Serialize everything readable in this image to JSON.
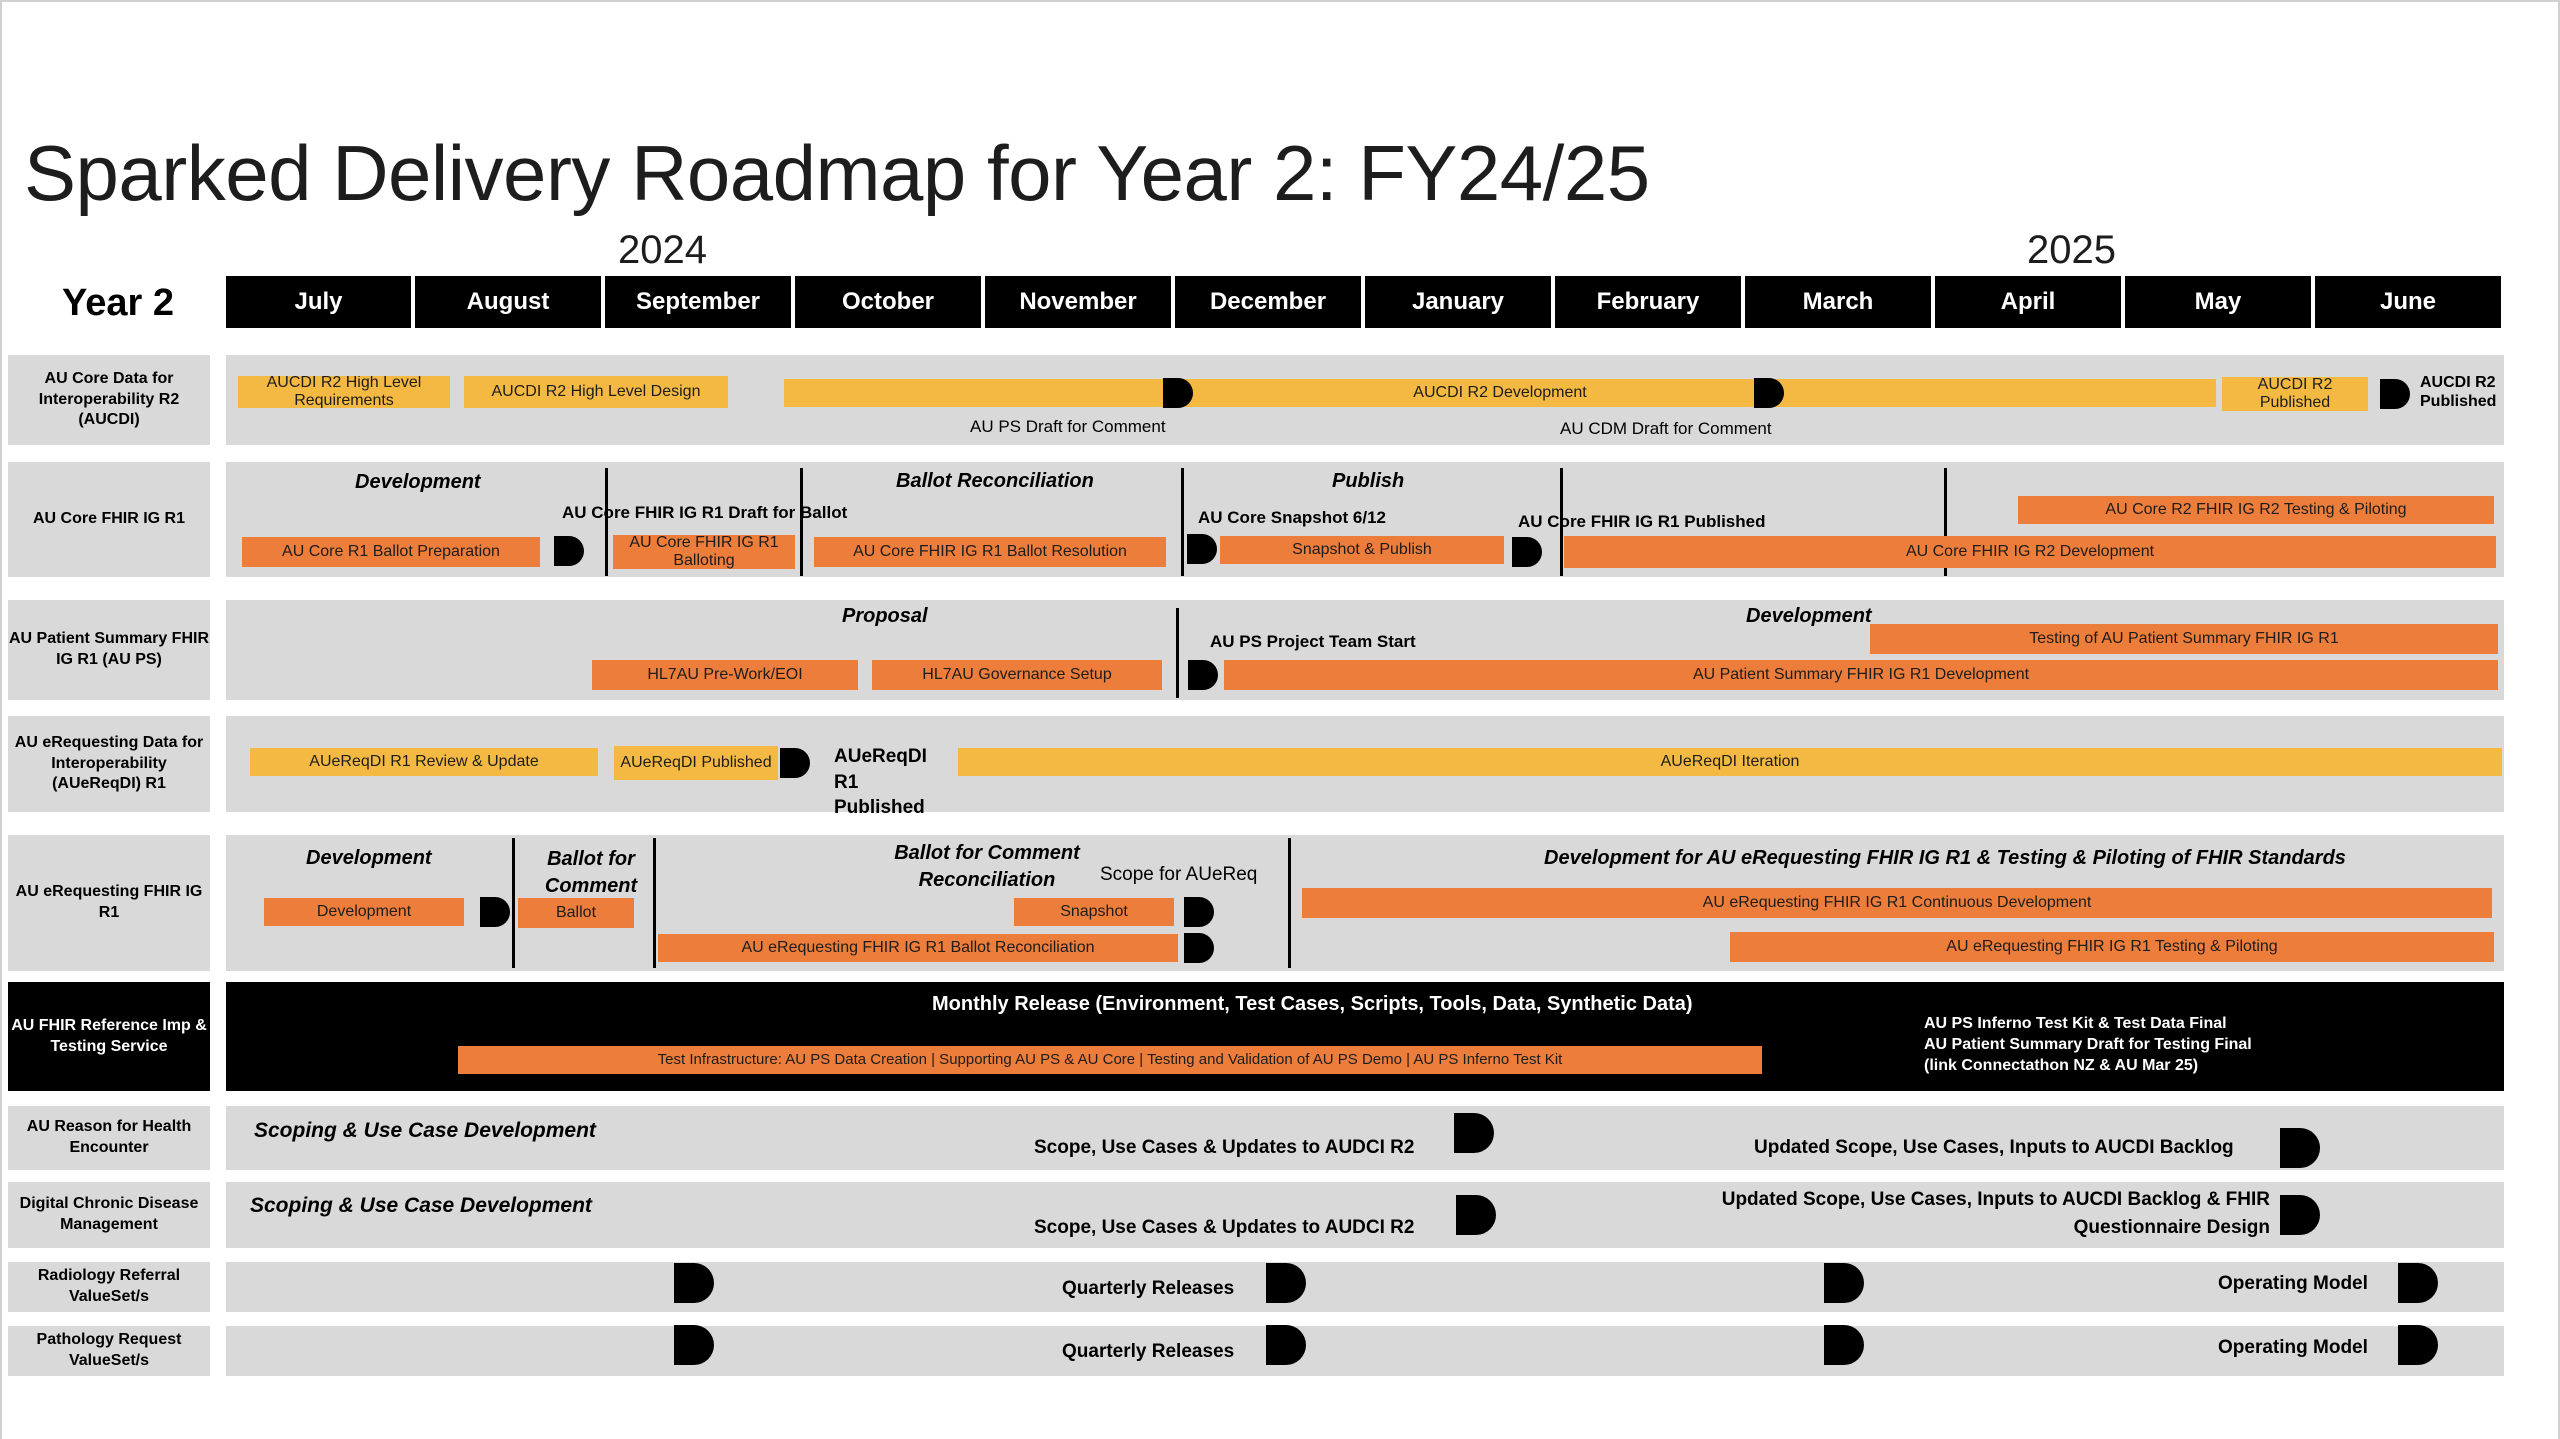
{
  "title": "Sparked Delivery Roadmap for Year 2: FY24/25",
  "years": {
    "y2024": "2024",
    "y2025": "2025"
  },
  "year_header": "Year 2",
  "months": [
    "July",
    "August",
    "September",
    "October",
    "November",
    "December",
    "January",
    "February",
    "March",
    "April",
    "May",
    "June"
  ],
  "colors": {
    "yellow": "#f4b942",
    "orange": "#ed7d3a",
    "grey": "#d9d9d9",
    "black": "#000000"
  },
  "rows": {
    "aucdi": {
      "label": "AU Core Data for Interoperability R2 (AUCDI)",
      "bar1": "AUCDI R2 High Level Requirements",
      "bar2": "AUCDI R2 High Level Design",
      "bar3": "AUCDI R2 Development",
      "bar4": "AUCDI R2 Published",
      "ms_label": "AUCDI R2 Published",
      "note1": "AU PS Draft for Comment",
      "note2": "AU CDM Draft for Comment"
    },
    "fhirig": {
      "label": "AU Core FHIR IG R1",
      "phase1": "Development",
      "phase2": "Ballot Reconciliation",
      "phase3": "Publish",
      "bar1": "AU Core R1 Ballot Preparation",
      "note1": "AU Core FHIR IG R1 Draft for Ballot",
      "bar2": "AU Core FHIR IG R1 Balloting",
      "bar3": "AU Core FHIR IG R1 Ballot Resolution",
      "note2": "AU Core Snapshot 6/12",
      "bar4": "Snapshot & Publish",
      "note3": "AU Core FHIR IG R1 Published",
      "bar5": "AU Core R2 FHIR IG R2 Testing & Piloting",
      "bar6": "AU Core FHIR IG R2 Development"
    },
    "aups": {
      "label": "AU Patient Summary FHIR IG R1 (AU PS)",
      "phase1": "Proposal",
      "phase2": "Development",
      "bar1": "HL7AU Pre-Work/EOI",
      "bar2": "HL7AU Governance Setup",
      "note1": "AU PS Project Team Start",
      "bar3": "Testing of AU Patient Summary FHIR IG R1",
      "bar4": "AU Patient Summary FHIR IG R1 Development"
    },
    "aueredi": {
      "label": "AU eRequesting Data for Interoperability (AUeReqDI) R1",
      "bar1": "AUeReqDI R1 Review & Update",
      "bar2": "AUeReqDI Published",
      "ms_label": "AUeReqDI R1 Published",
      "bar3": "AUeReqDI Iteration"
    },
    "auerfhir": {
      "label": "AU eRequesting FHIR IG R1",
      "phase1": "Development",
      "phase2": "Ballot for Comment",
      "phase3": "Ballot for Comment Reconciliation",
      "note1": "Scope for AUeReq",
      "phase4": "Development for AU eRequesting FHIR IG R1 & Testing & Piloting of FHIR Standards",
      "bar1": "Development",
      "bar2": "Ballot",
      "bar3": "Snapshot",
      "bar4": "AU eRequesting FHIR IG R1 Ballot Reconciliation",
      "bar5": "AU eRequesting FHIR IG R1 Continuous Development",
      "bar6": "AU eRequesting FHIR IG R1 Testing & Piloting"
    },
    "reftest": {
      "label": "AU FHIR Reference Imp & Testing Service",
      "heading": "Monthly Release (Environment, Test Cases, Scripts, Tools, Data, Synthetic Data)",
      "bar1": "Test Infrastructure: AU PS Data Creation | Supporting AU PS & AU Core | Testing and Validation of AU PS Demo | AU PS Inferno Test Kit",
      "note1": "AU PS Inferno Test Kit & Test Data Final",
      "note2": "AU Patient Summary Draft for Testing Final",
      "note3": "(link Connectathon NZ & AU Mar 25)"
    },
    "reason": {
      "label": "AU Reason for Health Encounter",
      "phase1": "Scoping & Use Case Development",
      "note1": "Scope, Use Cases & Updates to AUDCI R2",
      "note2": "Updated Scope, Use Cases, Inputs to AUCDI Backlog"
    },
    "chronic": {
      "label": "Digital Chronic Disease Management",
      "phase1": "Scoping & Use Case Development",
      "note1": "Scope, Use Cases & Updates to AUDCI R2",
      "note2": "Updated Scope, Use Cases, Inputs to AUCDI Backlog & FHIR",
      "note3": "Questionnaire Design"
    },
    "radiology": {
      "label": "Radiology Referral ValueSet/s",
      "note1": "Quarterly Releases",
      "note2": "Operating Model"
    },
    "pathology": {
      "label": "Pathology Request ValueSet/s",
      "note1": "Quarterly Releases",
      "note2": "Operating Model"
    }
  }
}
